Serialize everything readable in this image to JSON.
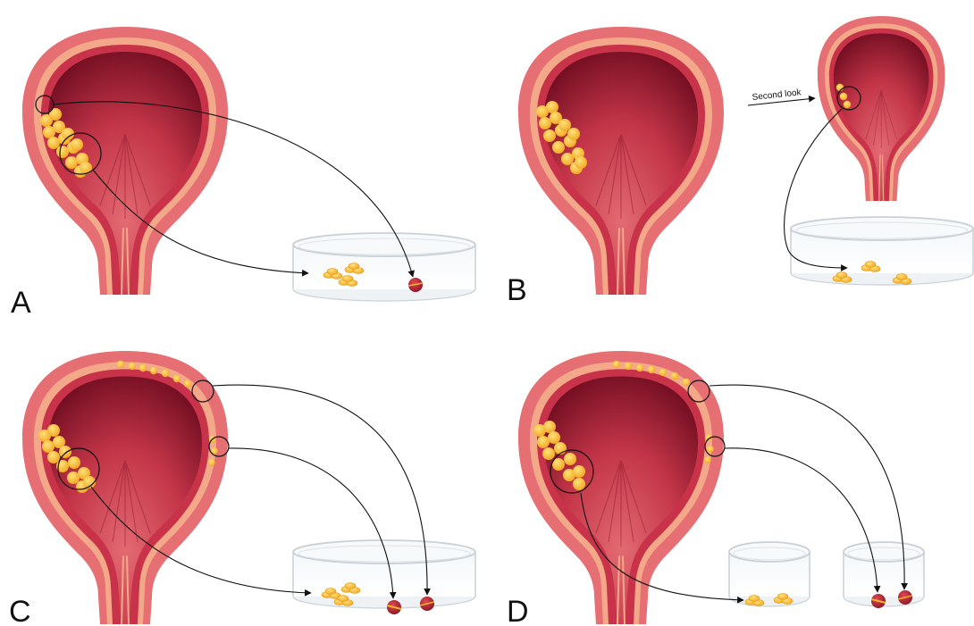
{
  "figure": {
    "panels": [
      {
        "id": "A",
        "label": "A",
        "bladder_variant": "single-lateral-tumor",
        "dishes": 1,
        "specimens": [
          "tumor-pieces",
          "lateral-margin"
        ]
      },
      {
        "id": "B",
        "label": "B",
        "bladder_variant": "resection-with-second-look",
        "dishes": 1,
        "specimens": [
          "tumor-pieces"
        ],
        "annotation": "Second look"
      },
      {
        "id": "C",
        "label": "C",
        "bladder_variant": "multifocal-tumor",
        "dishes": 1,
        "specimens": [
          "tumor-pieces",
          "margin-1",
          "margin-2"
        ]
      },
      {
        "id": "D",
        "label": "D",
        "bladder_variant": "multifocal-tumor-separate-dishes",
        "dishes": 2,
        "specimens": [
          "tumor-pieces",
          "margin-1",
          "margin-2"
        ]
      }
    ],
    "colors": {
      "bladder_outer": "#e56f73",
      "bladder_mid": "#f2a889",
      "bladder_wall": "#c8334a",
      "bladder_lumen_dark": "#7a0f24",
      "bladder_lumen_light": "#e06670",
      "tumor": "#f4b32e",
      "tumor_highlight": "#fde27a",
      "specimen_red": "#b8233a",
      "dish_rim": "#d7dde3",
      "arrow": "#111111"
    }
  }
}
